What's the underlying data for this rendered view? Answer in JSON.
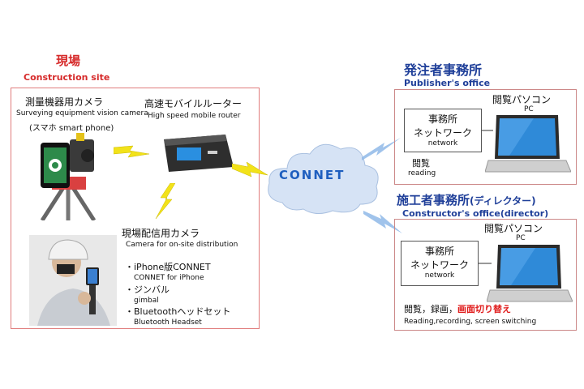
{
  "site": {
    "title": "現場",
    "subtitle": "Construction site",
    "camera": {
      "label_jp": "測量機器用カメラ",
      "label_en": "Surveying equipment vision camera",
      "label_phone": "(スマホ smart phone)"
    },
    "router": {
      "label_jp": "高速モバイルルーター",
      "label_en": "High speed mobile router"
    },
    "distribution": {
      "label_jp": "現場配信用カメラ",
      "label_en": "Camera for on-site distribution",
      "items": [
        {
          "jp": "・iPhone版CONNET",
          "en": "CONNET for iPhone"
        },
        {
          "jp": "・ジンバル",
          "en": "gimbal"
        },
        {
          "jp": "・Bluetoothヘッドセット",
          "en": "Bluetooth Headset"
        }
      ]
    }
  },
  "cloud": {
    "logo": "CONNET"
  },
  "publisher": {
    "title": "発注者事務所",
    "subtitle": "Publisher's office",
    "pc_jp": "閲覧パソコン",
    "pc_en": "PC",
    "network_jp_1": "事務所",
    "network_jp_2": "ネットワーク",
    "network_en": "network",
    "action_jp": "閲覧",
    "action_en": "reading"
  },
  "constructor": {
    "title_jp": "施工者事務所",
    "title_paren": "(ディレクター)",
    "subtitle": "Constructor's office(director)",
    "pc_jp": "閲覧パソコン",
    "pc_en": "PC",
    "network_jp_1": "事務所",
    "network_jp_2": "ネットワーク",
    "network_en": "network",
    "action_jp": "閲覧，録画，",
    "action_highlight": "画面切り替え",
    "action_en": "Reading,recording, screen switching"
  },
  "colors": {
    "site_accent": "#d62a2a",
    "office_accent": "#1f3f99",
    "lightning": "#f2e21a",
    "connet_green": "#1f8a3b",
    "connet_blue": "#1f5fbf"
  },
  "icons": [
    "lightning-icon",
    "cloud-icon",
    "router-icon",
    "laptop-icon",
    "tripod-camera-icon",
    "person-gimbal-icon"
  ]
}
